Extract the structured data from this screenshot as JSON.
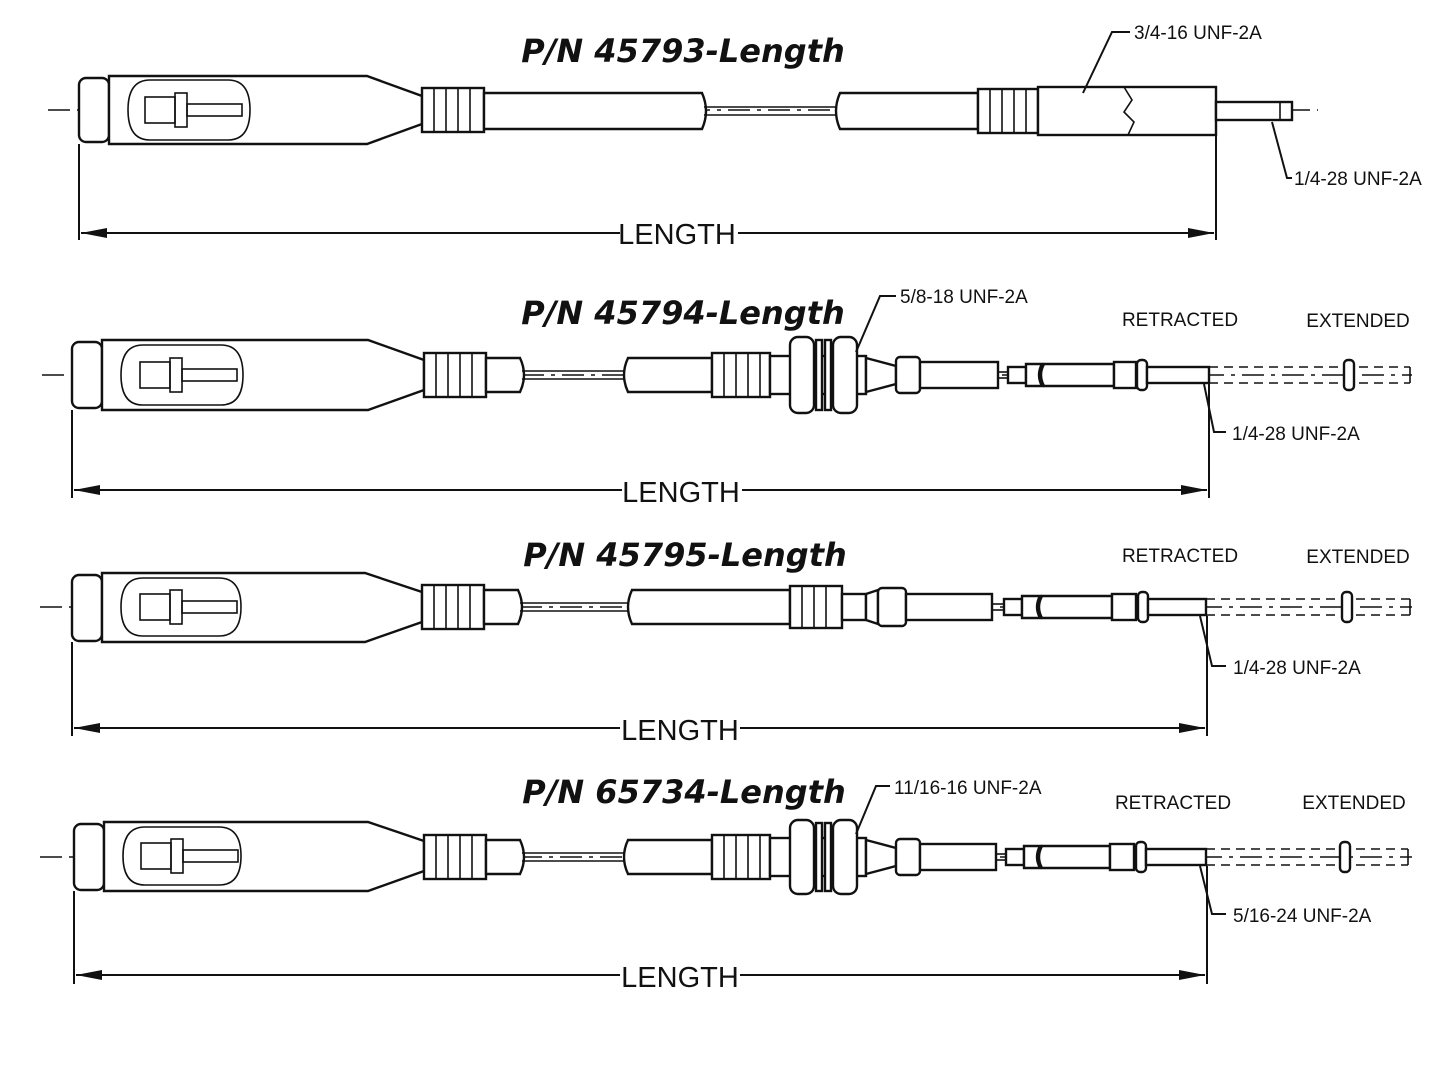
{
  "drawings": [
    {
      "part_number": "P/N 45793-Length",
      "dimension_label": "LENGTH",
      "callouts": {
        "body_thread": "3/4-16 UNF-2A",
        "rod_thread": "1/4-28 UNF-2A"
      }
    },
    {
      "part_number": "P/N 45794-Length",
      "dimension_label": "LENGTH",
      "callouts": {
        "body_thread": "5/8-18 UNF-2A",
        "rod_thread": "1/4-28 UNF-2A",
        "retracted": "RETRACTED",
        "extended": "EXTENDED"
      }
    },
    {
      "part_number": "P/N 45795-Length",
      "dimension_label": "LENGTH",
      "callouts": {
        "rod_thread": "1/4-28 UNF-2A",
        "retracted": "RETRACTED",
        "extended": "EXTENDED"
      }
    },
    {
      "part_number": "P/N 65734-Length",
      "dimension_label": "LENGTH",
      "callouts": {
        "body_thread": "11/16-16 UNF-2A",
        "rod_thread": "5/16-24 UNF-2A",
        "retracted": "RETRACTED",
        "extended": "EXTENDED"
      }
    }
  ]
}
